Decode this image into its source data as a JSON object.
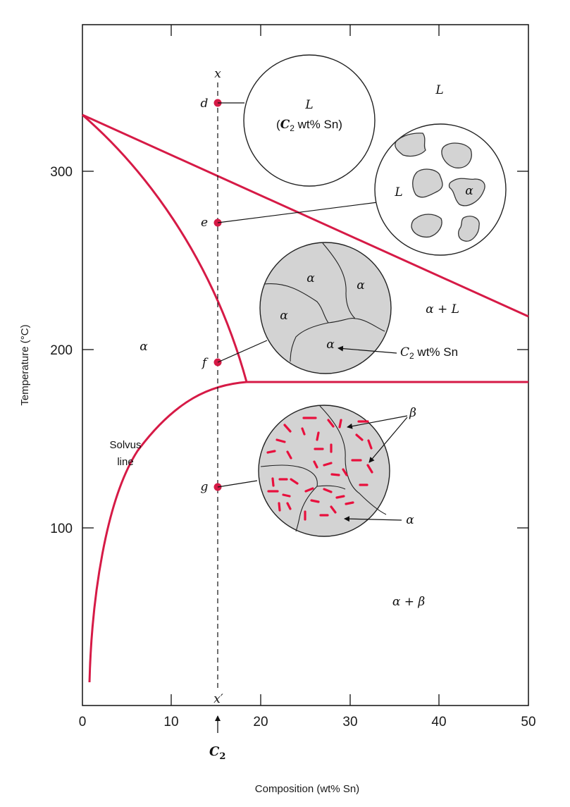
{
  "axes": {
    "x_title": "Composition (wt% Sn)",
    "y_title": "Temperature (°C)",
    "x_ticks": [
      "0",
      "10",
      "20",
      "30",
      "40",
      "50"
    ],
    "y_ticks": [
      "100",
      "200",
      "300"
    ]
  },
  "regions": {
    "liquid": "L",
    "alpha_liquid": "α + L",
    "alpha": "α",
    "alpha_beta": "α + β"
  },
  "solvus": {
    "line1": "Solvus",
    "line2": "line"
  },
  "composition_line": {
    "top": "x",
    "bottom": "x′",
    "marker": "C",
    "marker_sub": "2"
  },
  "points": {
    "d": "d",
    "e": "e",
    "f": "f",
    "g": "g"
  },
  "micro_d": {
    "phase": "L",
    "comp_open": "(",
    "comp_c": "C",
    "comp_sub": "2",
    "comp_rest": " wt% Sn)"
  },
  "micro_e": {
    "liquid": "L",
    "alpha": "α"
  },
  "micro_f": {
    "grain1": "α",
    "grain2": "α",
    "grain3": "α",
    "grain4": "α",
    "pointer_c": "C",
    "pointer_sub": "2",
    "pointer_rest": " wt% Sn"
  },
  "micro_g": {
    "beta": "β",
    "alpha": "α"
  },
  "colors": {
    "phase_line": "#d61a46",
    "grain_fill": "#d3d3d3",
    "beta_particles": "#e8103d"
  }
}
